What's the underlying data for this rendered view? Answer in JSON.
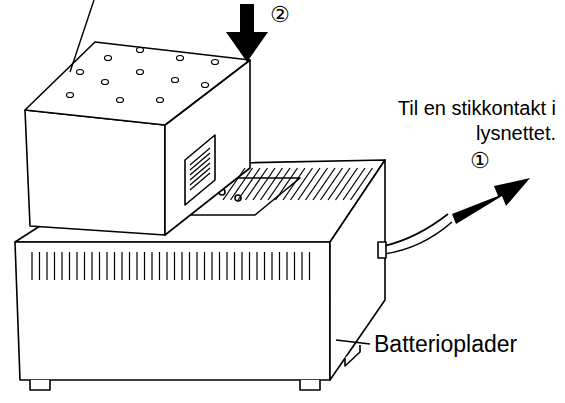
{
  "diagram": {
    "labels": [
      "②",
      "Til en stikkontakt i lysnettet.",
      "①",
      "Batterioplader"
    ]
  }
}
